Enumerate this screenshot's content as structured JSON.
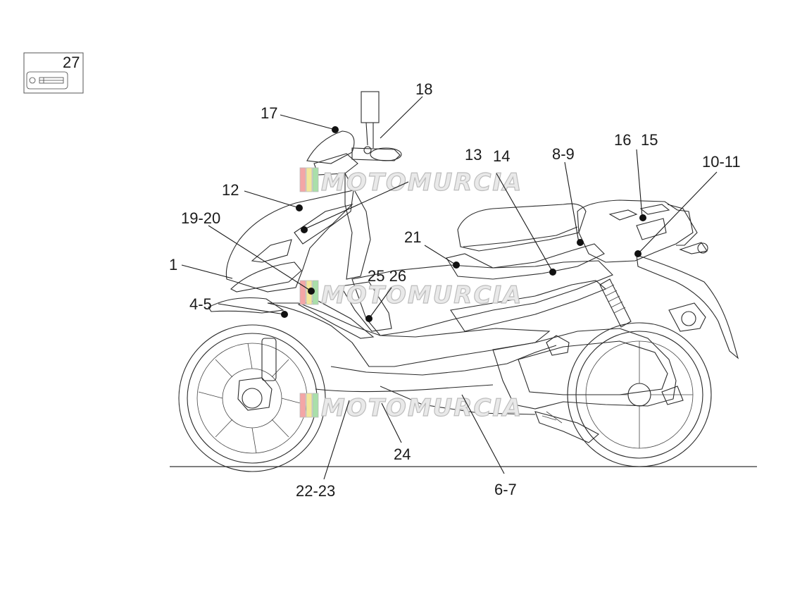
{
  "legend_box": {
    "label": "27"
  },
  "callouts": [
    {
      "id": "c17",
      "text": "17"
    },
    {
      "id": "c18",
      "text": "18"
    },
    {
      "id": "c12",
      "text": "12"
    },
    {
      "id": "c19",
      "text": "19-20"
    },
    {
      "id": "c1",
      "text": "1"
    },
    {
      "id": "c45",
      "text": "4-5"
    },
    {
      "id": "c2526",
      "text": "25 26"
    },
    {
      "id": "c21",
      "text": "21"
    },
    {
      "id": "c13",
      "text": "13"
    },
    {
      "id": "c14",
      "text": "14"
    },
    {
      "id": "c89",
      "text": "8-9"
    },
    {
      "id": "c16",
      "text": "16"
    },
    {
      "id": "c15",
      "text": "15"
    },
    {
      "id": "c1011",
      "text": "10-11"
    },
    {
      "id": "c24",
      "text": "24"
    },
    {
      "id": "c2223",
      "text": "22-23"
    },
    {
      "id": "c67",
      "text": "6-7"
    }
  ],
  "watermark": {
    "text": "MOTOMURCIA",
    "colors": [
      "#f4a6a6",
      "#f3e79a",
      "#a9dfa9"
    ]
  }
}
